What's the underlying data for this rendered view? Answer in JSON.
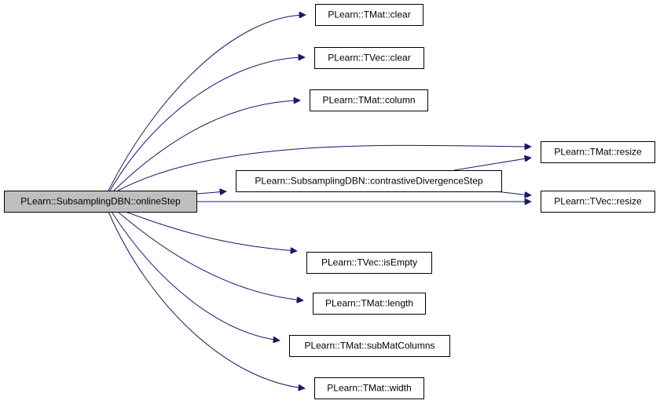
{
  "colors": {
    "edge": "#191970",
    "root_fill": "#bfbfbf",
    "node_fill": "#ffffff",
    "node_border": "#000000"
  },
  "nodes": [
    {
      "id": "root",
      "label": "PLearn::SubsamplingDBN::onlineStep"
    },
    {
      "id": "tmat_clear",
      "label": "PLearn::TMat::clear"
    },
    {
      "id": "tvec_clear",
      "label": "PLearn::TVec::clear"
    },
    {
      "id": "tmat_column",
      "label": "PLearn::TMat::column"
    },
    {
      "id": "tmat_resize",
      "label": "PLearn::TMat::resize"
    },
    {
      "id": "cds",
      "label": "PLearn::SubsamplingDBN::contrastiveDivergenceStep"
    },
    {
      "id": "tvec_resize",
      "label": "PLearn::TVec::resize"
    },
    {
      "id": "tvec_isempty",
      "label": "PLearn::TVec::isEmpty"
    },
    {
      "id": "tmat_length",
      "label": "PLearn::TMat::length"
    },
    {
      "id": "tmat_submatcolumns",
      "label": "PLearn::TMat::subMatColumns"
    },
    {
      "id": "tmat_width",
      "label": "PLearn::TMat::width"
    }
  ],
  "edges": [
    {
      "from": "root",
      "to": "tmat_clear"
    },
    {
      "from": "root",
      "to": "tvec_clear"
    },
    {
      "from": "root",
      "to": "tmat_column"
    },
    {
      "from": "root",
      "to": "tmat_resize"
    },
    {
      "from": "root",
      "to": "cds"
    },
    {
      "from": "root",
      "to": "tvec_resize"
    },
    {
      "from": "root",
      "to": "tvec_isempty"
    },
    {
      "from": "root",
      "to": "tmat_length"
    },
    {
      "from": "root",
      "to": "tmat_submatcolumns"
    },
    {
      "from": "root",
      "to": "tmat_width"
    },
    {
      "from": "cds",
      "to": "tmat_resize"
    },
    {
      "from": "cds",
      "to": "tvec_resize"
    }
  ]
}
